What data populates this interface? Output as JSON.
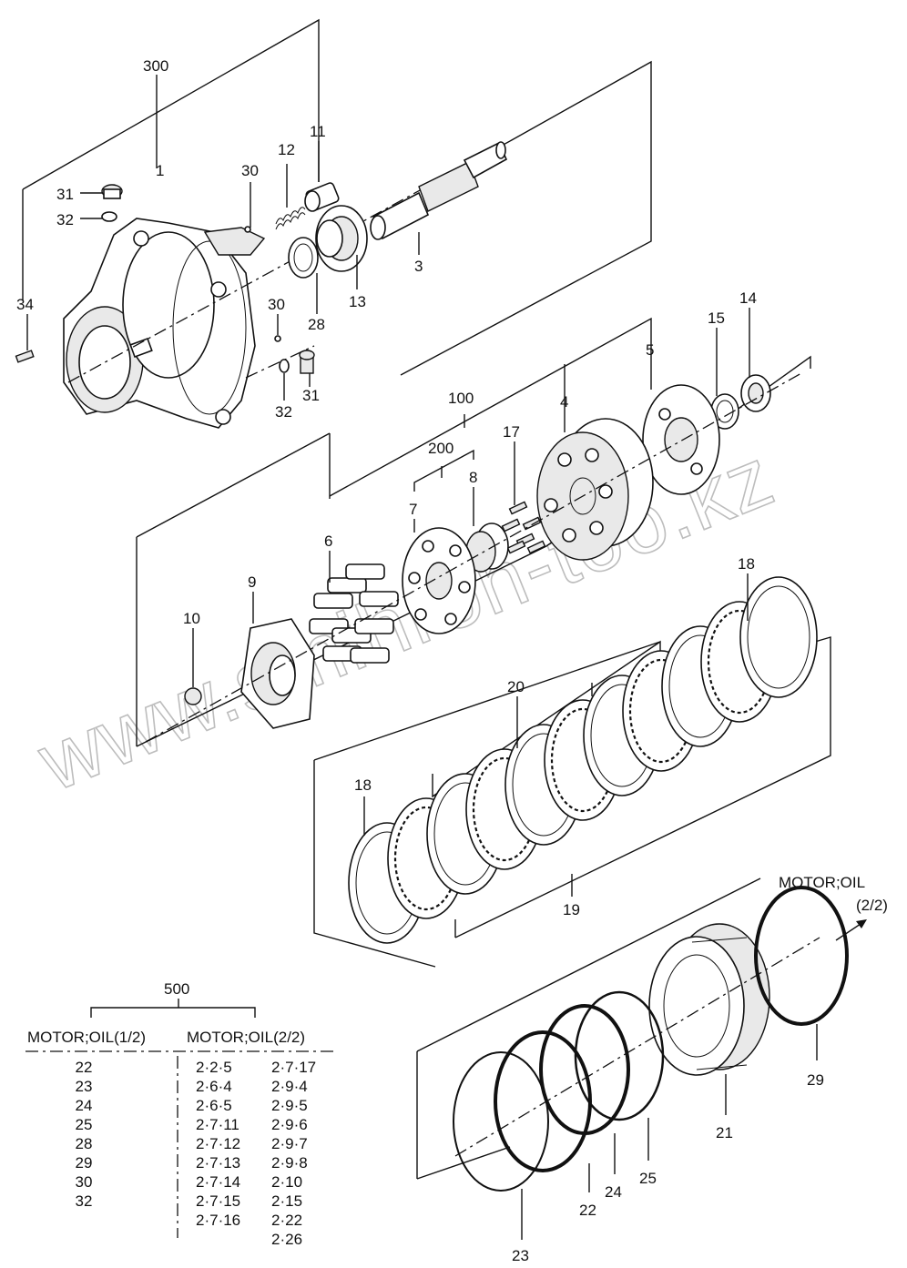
{
  "callouts": [
    {
      "id": "c300",
      "text": "300"
    },
    {
      "id": "c1",
      "text": "1"
    },
    {
      "id": "c11",
      "text": "11"
    },
    {
      "id": "c12",
      "text": "12"
    },
    {
      "id": "c30a",
      "text": "30"
    },
    {
      "id": "c31a",
      "text": "31"
    },
    {
      "id": "c32a",
      "text": "32"
    },
    {
      "id": "c34",
      "text": "34"
    },
    {
      "id": "c3",
      "text": "3"
    },
    {
      "id": "c13",
      "text": "13"
    },
    {
      "id": "c28",
      "text": "28"
    },
    {
      "id": "c30b",
      "text": "30"
    },
    {
      "id": "c31b",
      "text": "31"
    },
    {
      "id": "c32b",
      "text": "32"
    },
    {
      "id": "c14",
      "text": "14"
    },
    {
      "id": "c15",
      "text": "15"
    },
    {
      "id": "c5",
      "text": "5"
    },
    {
      "id": "c4",
      "text": "4"
    },
    {
      "id": "c100",
      "text": "100"
    },
    {
      "id": "c17",
      "text": "17"
    },
    {
      "id": "c200",
      "text": "200"
    },
    {
      "id": "c8",
      "text": "8"
    },
    {
      "id": "c7",
      "text": "7"
    },
    {
      "id": "c6",
      "text": "6"
    },
    {
      "id": "c9",
      "text": "9"
    },
    {
      "id": "c10",
      "text": "10"
    },
    {
      "id": "c18a",
      "text": "18"
    },
    {
      "id": "c20",
      "text": "20"
    },
    {
      "id": "c18b",
      "text": "18"
    },
    {
      "id": "c19",
      "text": "19"
    },
    {
      "id": "cmotor",
      "text": "MOTOR;OIL"
    },
    {
      "id": "cmotor2",
      "text": "(2/2)"
    },
    {
      "id": "c29",
      "text": "29"
    },
    {
      "id": "c21",
      "text": "21"
    },
    {
      "id": "c25",
      "text": "25"
    },
    {
      "id": "c24",
      "text": "24"
    },
    {
      "id": "c22",
      "text": "22"
    },
    {
      "id": "c23",
      "text": "23"
    }
  ],
  "watermark": "www.smihron-too.kz",
  "kit_table": {
    "title": "500",
    "col1_header": "MOTOR;OIL(1/2)",
    "col2_header": "MOTOR;OIL(2/2)",
    "col1": [
      "22",
      "23",
      "24",
      "25",
      "28",
      "29",
      "30",
      "32"
    ],
    "col2": [
      "2·2·5",
      "2·6·4",
      "2·6·5",
      "2·7·11",
      "2·7·12",
      "2·7·13",
      "2·7·14",
      "2·7·15",
      "2·7·16"
    ],
    "col3": [
      "2·7·17",
      "2·9·4",
      "2·9·5",
      "2·9·6",
      "2·9·7",
      "2·9·8",
      "2·10",
      "2·15",
      "2·22",
      "2·26"
    ]
  }
}
